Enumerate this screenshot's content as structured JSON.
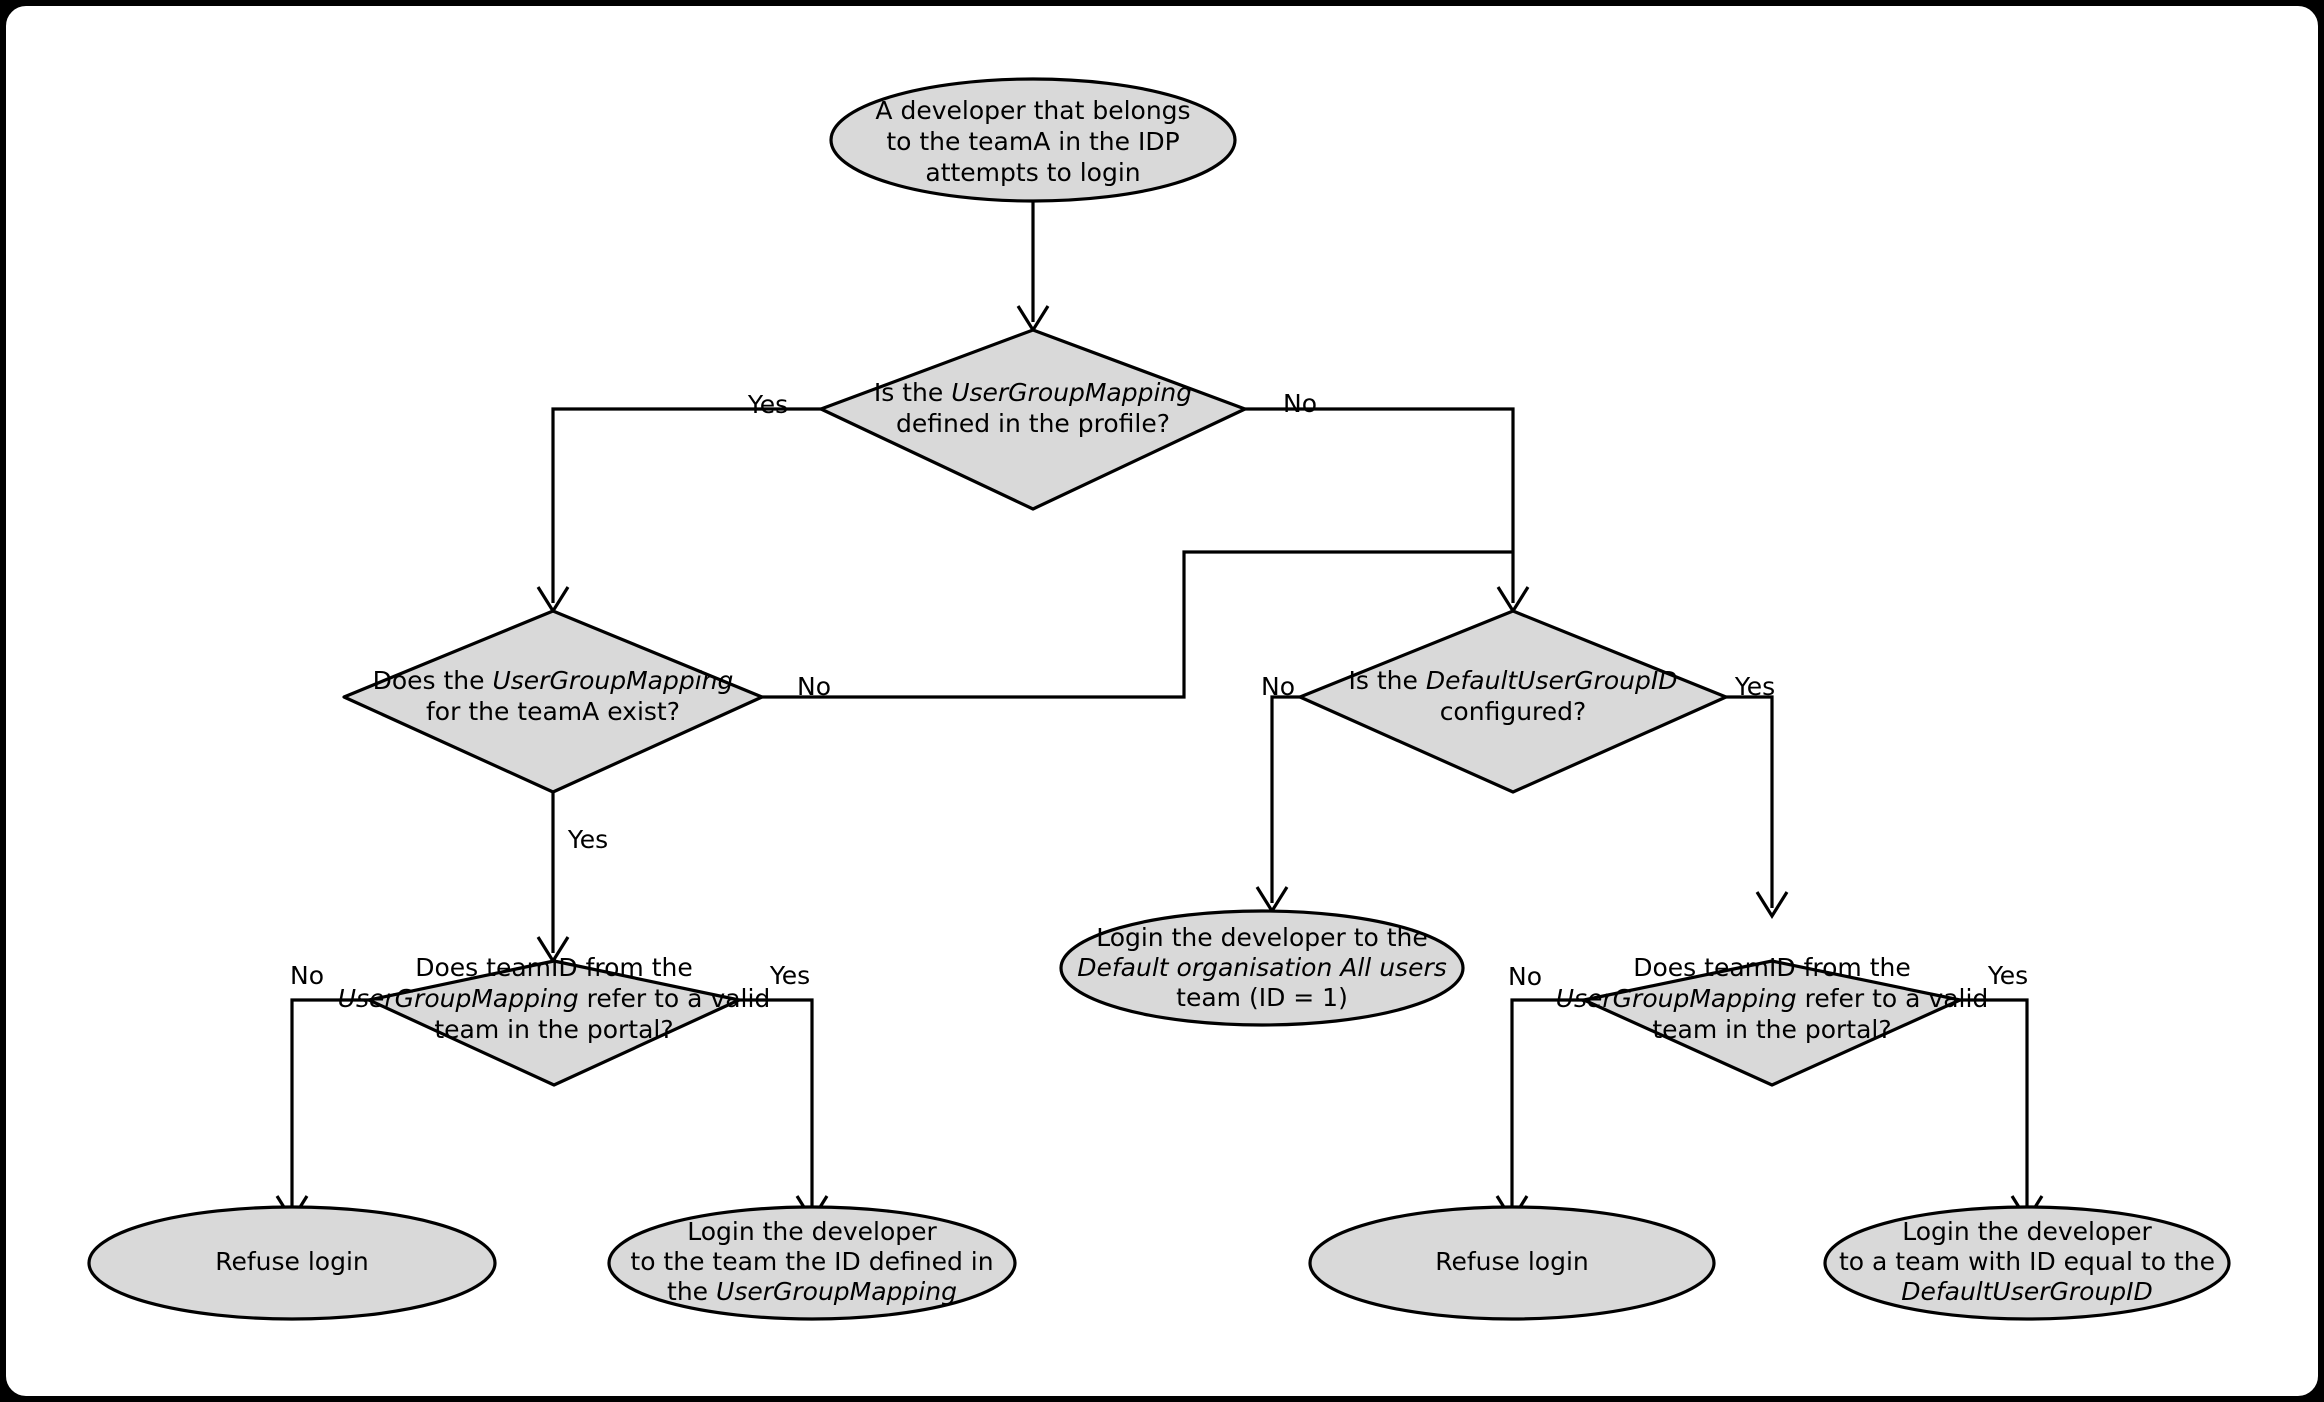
{
  "diagram": {
    "title": "IDP team mapping login decision flow",
    "colors": {
      "node_fill": "#d9d9d9",
      "node_stroke": "#000000",
      "canvas": "#ffffff",
      "frame": "#000000"
    },
    "nodes": [
      {
        "id": "start",
        "type": "terminator",
        "lines": [
          [
            {
              "t": "A developer that belongs",
              "i": false
            }
          ],
          [
            {
              "t": "to the teamA in the IDP",
              "i": false
            }
          ],
          [
            {
              "t": "attempts to login",
              "i": false
            }
          ]
        ]
      },
      {
        "id": "d1",
        "type": "decision",
        "lines": [
          [
            {
              "t": "Is the ",
              "i": false
            },
            {
              "t": "UserGroupMapping",
              "i": true
            }
          ],
          [
            {
              "t": "defined in the profile?",
              "i": false
            }
          ]
        ]
      },
      {
        "id": "d2",
        "type": "decision",
        "lines": [
          [
            {
              "t": "Does the ",
              "i": false
            },
            {
              "t": "UserGroupMapping",
              "i": true
            }
          ],
          [
            {
              "t": "for the teamA exist?",
              "i": false
            }
          ]
        ]
      },
      {
        "id": "d3",
        "type": "decision",
        "lines": [
          [
            {
              "t": "Is the ",
              "i": false
            },
            {
              "t": "DefaultUserGroupID",
              "i": true
            }
          ],
          [
            {
              "t": "configured?",
              "i": false
            }
          ]
        ]
      },
      {
        "id": "d4",
        "type": "decision",
        "lines": [
          [
            {
              "t": "Does teamID from the",
              "i": false
            }
          ],
          [
            {
              "t": "UserGroupMapping",
              "i": true
            },
            {
              "t": " refer to a valid",
              "i": false
            }
          ],
          [
            {
              "t": "team in the portal?",
              "i": false
            }
          ]
        ]
      },
      {
        "id": "d5",
        "type": "decision",
        "lines": [
          [
            {
              "t": "Does teamID from the",
              "i": false
            }
          ],
          [
            {
              "t": "UserGroupMapping",
              "i": true
            },
            {
              "t": " refer to a valid",
              "i": false
            }
          ],
          [
            {
              "t": "team in the portal?",
              "i": false
            }
          ]
        ]
      },
      {
        "id": "e1",
        "type": "terminator",
        "lines": [
          [
            {
              "t": "Login the developer to the",
              "i": false
            }
          ],
          [
            {
              "t": "Default organisation All users",
              "i": true
            }
          ],
          [
            {
              "t": "team (ID = 1)",
              "i": false
            }
          ]
        ]
      },
      {
        "id": "e2",
        "type": "terminator",
        "lines": [
          [
            {
              "t": "Refuse login",
              "i": false
            }
          ]
        ]
      },
      {
        "id": "e3",
        "type": "terminator",
        "lines": [
          [
            {
              "t": "Login the developer",
              "i": false
            }
          ],
          [
            {
              "t": "to the team the ID defined in",
              "i": false
            }
          ],
          [
            {
              "t": "the ",
              "i": false
            },
            {
              "t": "UserGroupMapping",
              "i": true
            }
          ]
        ]
      },
      {
        "id": "e4",
        "type": "terminator",
        "lines": [
          [
            {
              "t": "Refuse login",
              "i": false
            }
          ]
        ]
      },
      {
        "id": "e5",
        "type": "terminator",
        "lines": [
          [
            {
              "t": "Login the developer",
              "i": false
            }
          ],
          [
            {
              "t": "to a team with ID equal to the",
              "i": false
            }
          ],
          [
            {
              "t": "DefaultUserGroupID",
              "i": true
            }
          ]
        ]
      }
    ],
    "edge_labels": [
      {
        "id": "d1-yes",
        "text": "Yes"
      },
      {
        "id": "d1-no",
        "text": "No"
      },
      {
        "id": "d2-no",
        "text": "No"
      },
      {
        "id": "d2-yes",
        "text": "Yes"
      },
      {
        "id": "d3-no",
        "text": "No"
      },
      {
        "id": "d3-yes",
        "text": "Yes"
      },
      {
        "id": "d4-no",
        "text": "No"
      },
      {
        "id": "d4-yes",
        "text": "Yes"
      },
      {
        "id": "d5-no",
        "text": "No"
      },
      {
        "id": "d5-yes",
        "text": "Yes"
      }
    ]
  }
}
